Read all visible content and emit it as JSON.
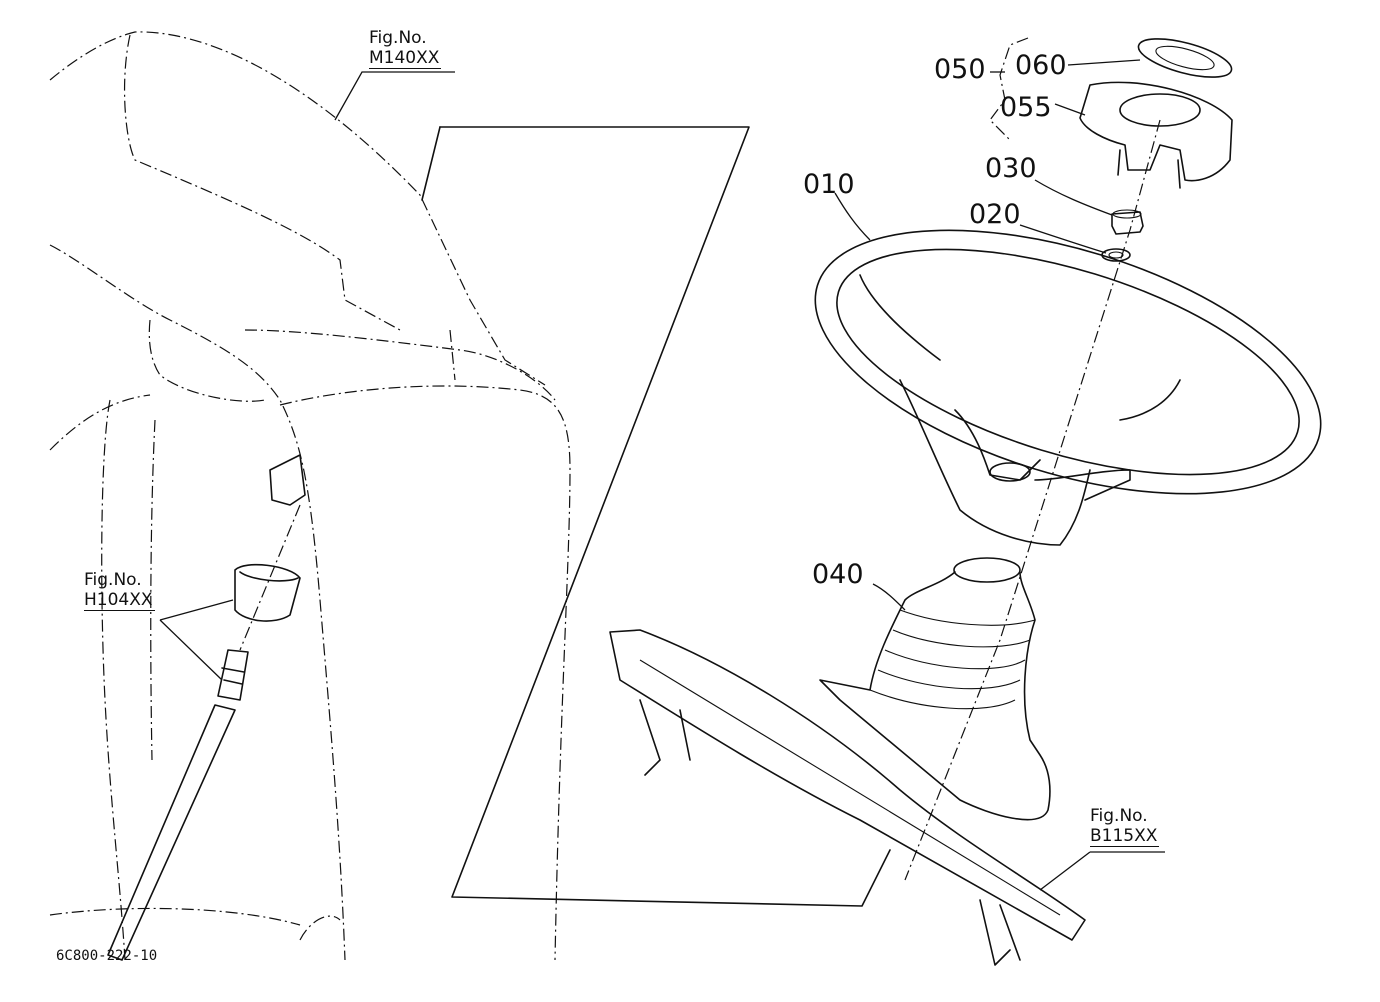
{
  "parts": {
    "p010": "010",
    "p020": "020",
    "p030": "030",
    "p040": "040",
    "p050": "050",
    "p055": "055",
    "p060": "060"
  },
  "figure_refs": {
    "m140": {
      "prefix": "Fig.No.",
      "code": "M140XX"
    },
    "h104": {
      "prefix": "Fig.No.",
      "code": "H104XX"
    },
    "b115": {
      "prefix": "Fig.No.",
      "code": "B115XX"
    }
  },
  "diagram_code": "6C800-222-10"
}
